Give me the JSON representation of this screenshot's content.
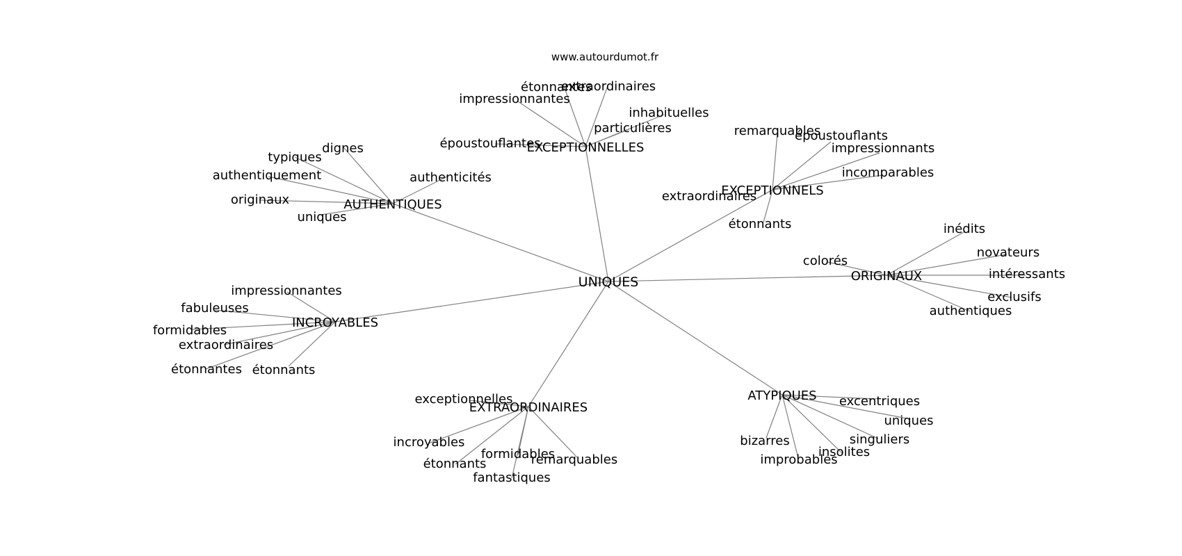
{
  "source": "www.autourdumot.fr",
  "center": "UNIQUES",
  "groups": [
    {
      "id": "exceptionnelles",
      "label": "EXCEPTIONNELLES",
      "leaves": [
        "étonnantes",
        "extraordinaires",
        "impressionnantes",
        "inhabituelles",
        "particulières",
        "époustouflantes"
      ]
    },
    {
      "id": "exceptionnels",
      "label": "EXCEPTIONNELS",
      "leaves": [
        "remarquables",
        "époustouflants",
        "impressionnants",
        "incomparables",
        "extraordinaires",
        "étonnants"
      ]
    },
    {
      "id": "authentiques",
      "label": "AUTHENTIQUES",
      "leaves": [
        "dignes",
        "typiques",
        "authentiquement",
        "authenticités",
        "originaux",
        "uniques"
      ]
    },
    {
      "id": "originaux",
      "label": "ORIGINAUX",
      "leaves": [
        "inédits",
        "novateurs",
        "colorés",
        "intéressants",
        "exclusifs",
        "authentiques"
      ]
    },
    {
      "id": "incroyables",
      "label": "INCROYABLES",
      "leaves": [
        "impressionnantes",
        "fabuleuses",
        "formidables",
        "extraordinaires",
        "étonnantes",
        "étonnants"
      ]
    },
    {
      "id": "extraordinaires",
      "label": "EXTRAORDINAIRES",
      "leaves": [
        "exceptionnelles",
        "incroyables",
        "étonnants",
        "formidables",
        "remarquables",
        "fantastiques"
      ]
    },
    {
      "id": "atypiques",
      "label": "ATYPIQUES",
      "leaves": [
        "excentriques",
        "uniques",
        "singuliers",
        "bizarres",
        "insolites",
        "improbables"
      ]
    }
  ]
}
